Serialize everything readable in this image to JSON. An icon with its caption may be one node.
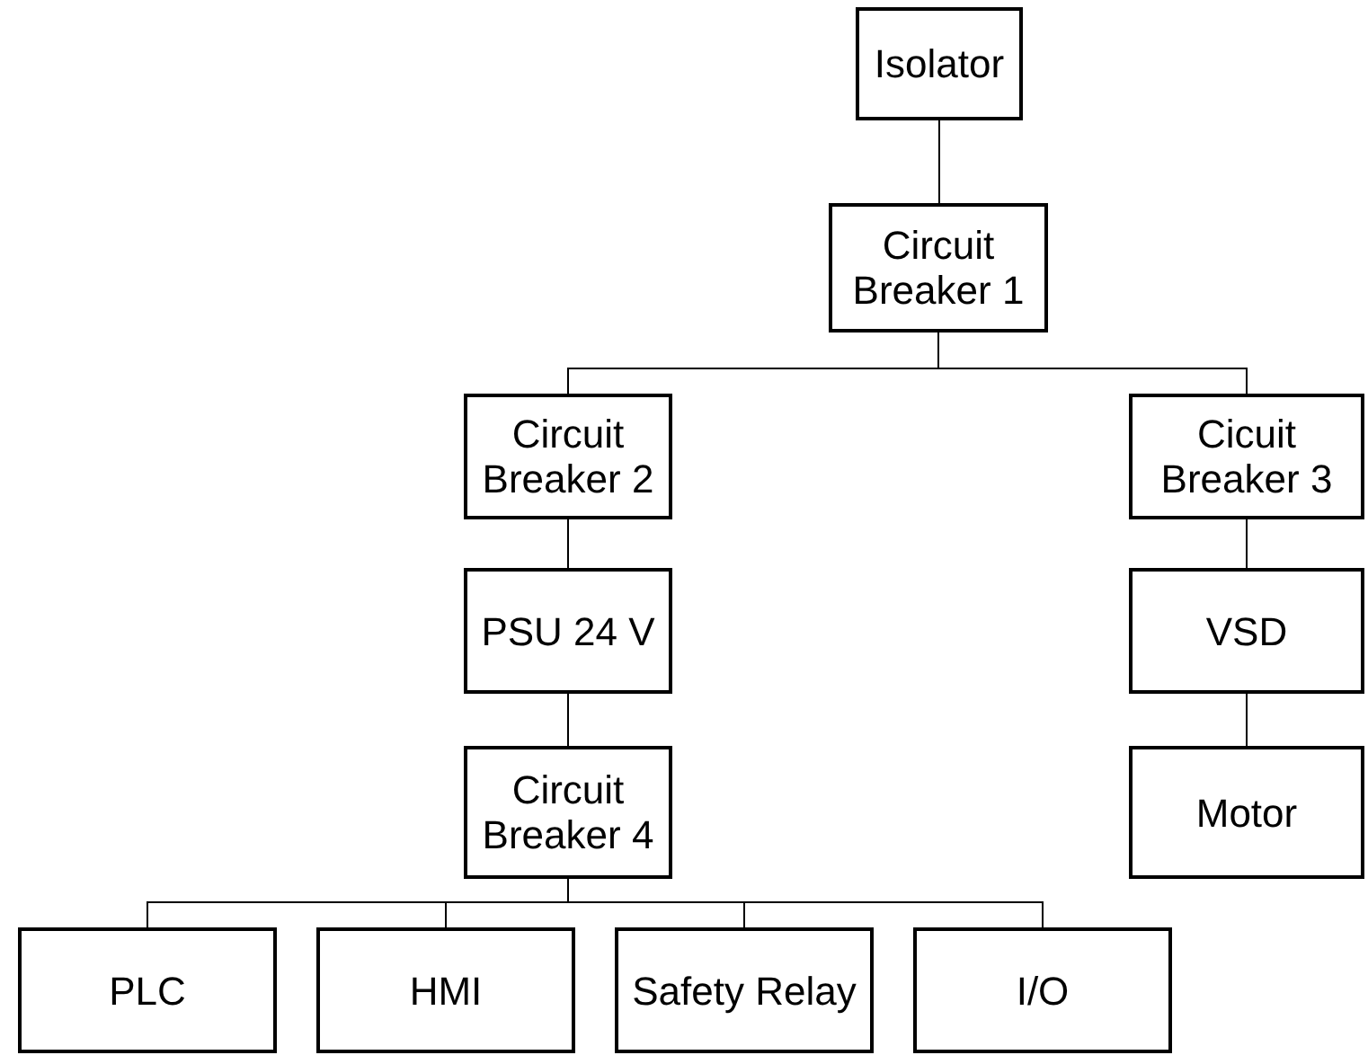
{
  "diagram": {
    "nodes": [
      {
        "text": [
          "Isolator"
        ]
      },
      {
        "text": [
          "Circuit Breaker 1"
        ]
      },
      {
        "text": [
          "Circuit Breaker 2"
        ]
      },
      {
        "text": [
          "Cicuit Breaker 3"
        ]
      },
      {
        "text": [
          "PSU 24 V"
        ]
      },
      {
        "text": [
          "VSD"
        ]
      },
      {
        "text": [
          "Circuit Breaker 4"
        ]
      },
      {
        "text": [
          "Motor"
        ]
      },
      {
        "text": [
          "PLC"
        ]
      },
      {
        "text": [
          "HMI"
        ]
      },
      {
        "text": [
          "Safety Relay"
        ]
      },
      {
        "text": [
          "I/O"
        ]
      }
    ],
    "edges": [
      {
        "from": 0,
        "to": 1,
        "arrow": "none"
      },
      {
        "from": 1,
        "to": 2,
        "arrow": "none"
      },
      {
        "from": 1,
        "to": 3,
        "arrow": "none"
      },
      {
        "from": 2,
        "to": 4,
        "arrow": "none"
      },
      {
        "from": 3,
        "to": 5,
        "arrow": "none"
      },
      {
        "from": 4,
        "to": 6,
        "arrow": "none"
      },
      {
        "from": 5,
        "to": 7,
        "arrow": "none"
      },
      {
        "from": 6,
        "to": 8,
        "arrow": "none"
      },
      {
        "from": 6,
        "to": 9,
        "arrow": "none"
      },
      {
        "from": 6,
        "to": 10,
        "arrow": "none"
      },
      {
        "from": 6,
        "to": 11,
        "arrow": "none"
      }
    ]
  }
}
